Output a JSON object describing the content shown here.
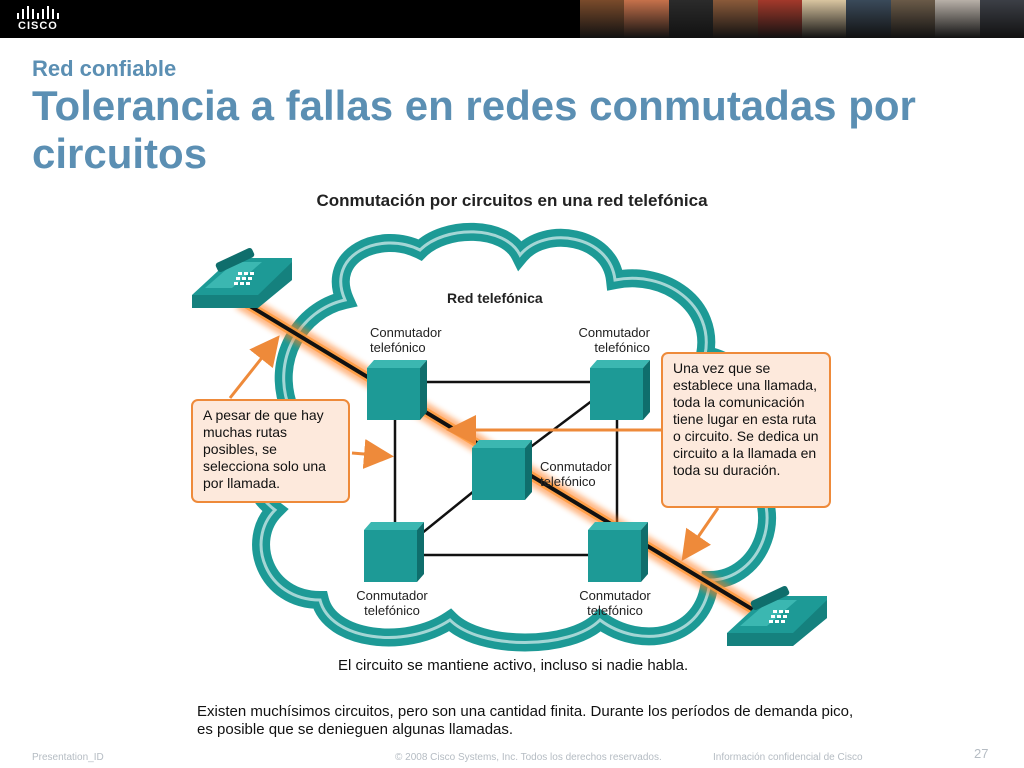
{
  "header": {
    "logo_text": "CISCO",
    "photos": [
      "#7a4b2b",
      "#c6714b",
      "#2b2b2b",
      "#8a5a3a",
      "#a3392b",
      "#d9c5a0",
      "#3a4a5a",
      "#6a5a48",
      "#b8b0a8",
      "#3c3f46"
    ]
  },
  "slide": {
    "subtitle": "Red confiable",
    "title": "Tolerancia a fallas en redes conmutadas por circuitos"
  },
  "figure": {
    "title": "Conmutación por circuitos en una red telefónica",
    "network_label": "Red telefónica",
    "switch_label_line1": "Conmutador",
    "switch_label_line2": "telefónico",
    "left_callout": "A pesar de que hay muchas rutas posibles, se selecciona solo una por llamada.",
    "right_callout": "Una vez que se establece una llamada, toda la comunicación tiene lugar en esta ruta o circuito. Se dedica un circuito a la llamada en toda su duración.",
    "bottom_caption": "El circuito se mantiene activo, incluso si nadie habla."
  },
  "note": "Existen muchísimos circuitos, pero son una cantidad finita. Durante los períodos de demanda pico, es posible que se denieguen algunas llamadas.",
  "footer": {
    "presentation_id": "Presentation_ID",
    "copyright": "© 2008 Cisco Systems, Inc. Todos los derechos reservados.",
    "confidential": "Información confidencial de Cisco",
    "page": "27"
  },
  "colors": {
    "title": "#5b8fb3",
    "teal": "#1d9a96",
    "teal_dark": "#0f6e6c",
    "orange": "#ee8a3a",
    "callout_bg": "#fde9dc"
  }
}
